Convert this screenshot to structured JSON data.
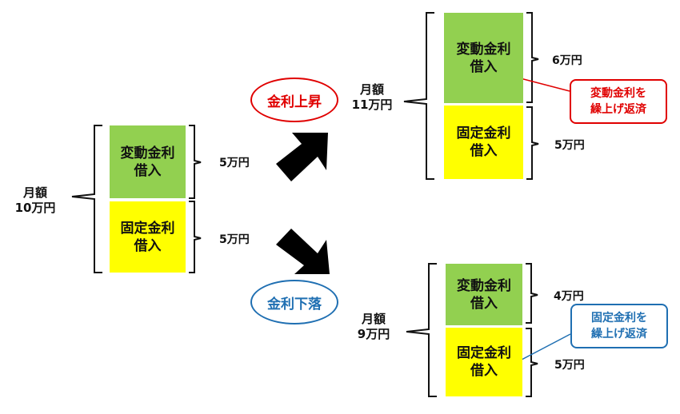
{
  "colors": {
    "variable_box": "#92d050",
    "fixed_box": "#ffff00",
    "rise_accent": "#e00000",
    "fall_accent": "#1f6fb2"
  },
  "initial": {
    "total_line1": "月額",
    "total_line2": "10万円",
    "variable": {
      "line1": "変動金利",
      "line2": "借入",
      "amount": "5万円"
    },
    "fixed": {
      "line1": "固定金利",
      "line2": "借入",
      "amount": "5万円"
    }
  },
  "rise": {
    "label": "金利上昇",
    "total_line1": "月額",
    "total_line2": "11万円",
    "variable": {
      "line1": "変動金利",
      "line2": "借入",
      "amount": "6万円"
    },
    "fixed": {
      "line1": "固定金利",
      "line2": "借入",
      "amount": "5万円"
    },
    "callout_line1": "変動金利を",
    "callout_line2": "繰上げ返済"
  },
  "fall": {
    "label": "金利下落",
    "total_line1": "月額",
    "total_line2": "9万円",
    "variable": {
      "line1": "変動金利",
      "line2": "借入",
      "amount": "4万円"
    },
    "fixed": {
      "line1": "固定金利",
      "line2": "借入",
      "amount": "5万円"
    },
    "callout_line1": "固定金利を",
    "callout_line2": "繰上げ返済"
  }
}
